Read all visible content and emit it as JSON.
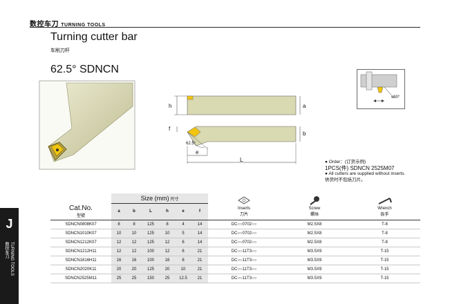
{
  "header": {
    "cn": "数控车刀",
    "en": "TURNING TOOLS"
  },
  "title": "Turning cutter bar",
  "title_cn": "车削刀杆",
  "model": "62.5°  SDNCN",
  "sidebar": {
    "letter": "J",
    "label_en": "TURNING TOOLS",
    "label_cn": "数控车刀"
  },
  "drawing": {
    "dim_h": "h",
    "dim_f": "f",
    "dim_a": "a",
    "dim_b": "b",
    "dim_e": "e",
    "dim_L": "L",
    "angle": "62.5°"
  },
  "clamp_angle": "≤60°",
  "notes": {
    "order_label": "Order：(订货示例)",
    "order_example": "1PCS(件) SDNCN 2525M07",
    "supplied_en": "All cutters are supplied without inserts.",
    "supplied_cn": "供货时不包括刀片。"
  },
  "table": {
    "cat_no": "Cat.No.",
    "cat_no_cn": "型號",
    "size_label": "Size (mm)",
    "size_label_cn": "尺寸",
    "size_columns": [
      "a",
      "b",
      "L",
      "h",
      "e"
    ],
    "inserts_label": "Inserts",
    "inserts_label_cn": "刀片",
    "screw_label": "Screw",
    "screw_label_cn": "螺絲",
    "wrench_label": "Wrench",
    "wrench_label_cn": "扳手",
    "rows": [
      {
        "cat": "SDNCN0808K07",
        "a": "8",
        "b": "8",
        "L": "125",
        "h": "8",
        "e": "4",
        "f": "14",
        "insert": "DC○○0702○○",
        "screw": "M2.5X8",
        "wrench": "T-8"
      },
      {
        "cat": "SDNCN1010K07",
        "a": "10",
        "b": "10",
        "L": "125",
        "h": "10",
        "e": "5",
        "f": "14",
        "insert": "DC○○0702○○",
        "screw": "M2.5X8",
        "wrench": "T-8"
      },
      {
        "cat": "SDNCN1212K07",
        "a": "12",
        "b": "12",
        "L": "125",
        "h": "12",
        "e": "6",
        "f": "14",
        "insert": "DC○○0702○○",
        "screw": "M2.5X8",
        "wrench": "T-8"
      },
      {
        "cat": "SDNCN1212H11",
        "a": "12",
        "b": "12",
        "L": "100",
        "h": "12",
        "e": "6",
        "f": "21",
        "insert": "DC○○11T3○○",
        "screw": "M3.5X9",
        "wrench": "T-15"
      },
      {
        "cat": "SDNCN1616H11",
        "a": "16",
        "b": "16",
        "L": "100",
        "h": "16",
        "e": "8",
        "f": "21",
        "insert": "DC○○11T3○○",
        "screw": "M3.5X9",
        "wrench": "T-15"
      },
      {
        "cat": "SDNCN2020K11",
        "a": "20",
        "b": "20",
        "L": "125",
        "h": "20",
        "e": "10",
        "f": "21",
        "insert": "DC○○11T3○○",
        "screw": "M3.5X9",
        "wrench": "T-15"
      },
      {
        "cat": "SDNCN2525M11",
        "a": "25",
        "b": "25",
        "L": "150",
        "h": "25",
        "e": "12.5",
        "f": "21",
        "insert": "DC○○11T3○○",
        "screw": "M3.5X9",
        "wrench": "T-15"
      }
    ]
  },
  "colors": {
    "tool_body": "#d9d9b2",
    "insert": "#f0c40f",
    "sidebar": "#1a1a1a",
    "shade": "#e6e6e6"
  }
}
